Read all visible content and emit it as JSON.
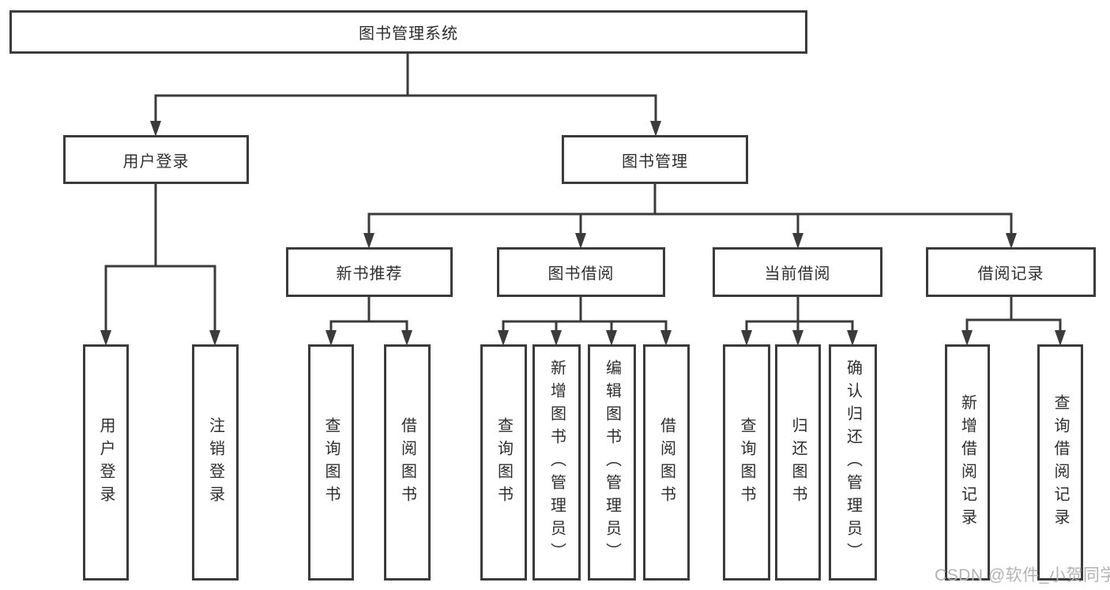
{
  "tree": {
    "label": "图书管理系统",
    "children": [
      {
        "label": "用户登录",
        "children": [
          {
            "label": "用户登录"
          },
          {
            "label": "注销登录"
          }
        ]
      },
      {
        "label": "图书管理",
        "children": [
          {
            "label": "新书推荐",
            "children": [
              {
                "label": "查询图书"
              },
              {
                "label": "借阅图书"
              }
            ]
          },
          {
            "label": "图书借阅",
            "children": [
              {
                "label": "查询图书"
              },
              {
                "label": "新增图书（管理员）"
              },
              {
                "label": "编辑图书（管理员）"
              },
              {
                "label": "借阅图书"
              }
            ]
          },
          {
            "label": "当前借阅",
            "children": [
              {
                "label": "查询图书"
              },
              {
                "label": "归还图书"
              },
              {
                "label": "确认归还（管理员）"
              }
            ]
          },
          {
            "label": "借阅记录",
            "children": [
              {
                "label": "新增借阅记录"
              },
              {
                "label": "查询借阅记录"
              }
            ]
          }
        ]
      }
    ]
  },
  "watermark": "CSDN @软件_小贺同学",
  "colors": {
    "line": "#3b3b3b",
    "text": "#2e2e2e",
    "box_fill": "#ffffff",
    "watermark": "#b3b3b3",
    "background": "#ffffff"
  }
}
